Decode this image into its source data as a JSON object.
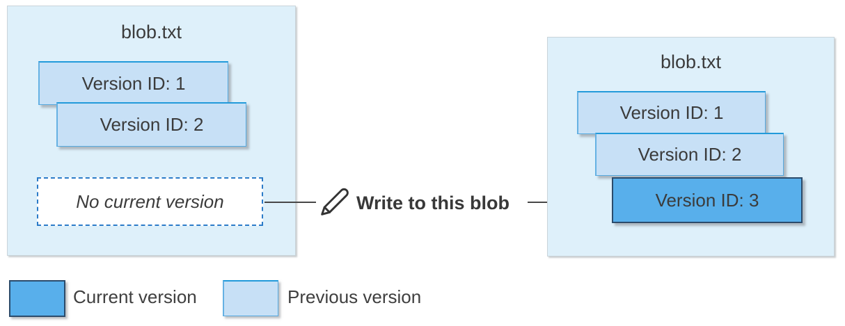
{
  "colors": {
    "panel_fill": "#def0fa",
    "previous_fill": "#c7e0f6",
    "previous_border": "#229ada",
    "current_fill": "#58afeb",
    "current_border": "#2b4b6b",
    "dashed_border": "#2b7bc8",
    "arrow": "#474747",
    "text": "#3b3b3b"
  },
  "left_blob": {
    "title": "blob.txt",
    "versions": [
      {
        "label": "Version ID: 1",
        "state": "previous"
      },
      {
        "label": "Version ID: 2",
        "state": "previous"
      }
    ],
    "no_current_label": "No current version"
  },
  "action": {
    "label": "Write to this blob",
    "icon": "pencil-icon"
  },
  "right_blob": {
    "title": "blob.txt",
    "versions": [
      {
        "label": "Version ID: 1",
        "state": "previous"
      },
      {
        "label": "Version ID: 2",
        "state": "previous"
      },
      {
        "label": "Version ID: 3",
        "state": "current"
      }
    ]
  },
  "legend": {
    "items": [
      {
        "label": "Current version",
        "state": "current"
      },
      {
        "label": "Previous version",
        "state": "previous"
      }
    ]
  }
}
